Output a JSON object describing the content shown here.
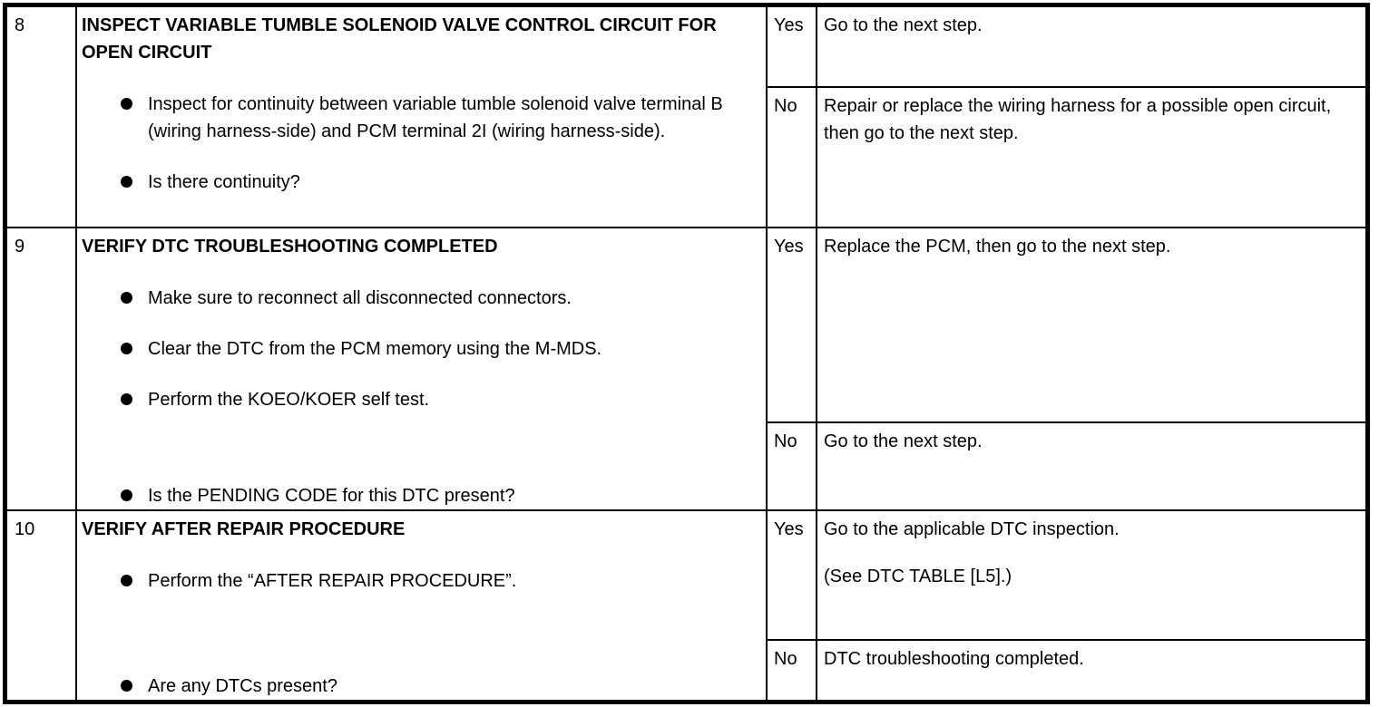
{
  "table": {
    "rows": [
      {
        "step": "8",
        "title": "INSPECT VARIABLE TUMBLE SOLENOID VALVE CONTROL CIRCUIT FOR OPEN CIRCUIT",
        "bullets": [
          "Inspect for continuity between variable tumble solenoid valve terminal B (wiring harness-side) and PCM terminal 2I (wiring harness-side)."
        ],
        "question": "Is there continuity?",
        "yes_label": "Yes",
        "yes_result": "Go to the next step.",
        "no_label": "No",
        "no_result": "Repair or replace the wiring harness for a possible open circuit, then go to the next step."
      },
      {
        "step": "9",
        "title": "VERIFY DTC TROUBLESHOOTING COMPLETED",
        "bullets": [
          "Make sure to reconnect all disconnected connectors.",
          "Clear the DTC from the PCM memory using the M-MDS.",
          "Perform the KOEO/KOER self test."
        ],
        "question": "Is the PENDING CODE for this DTC present?",
        "yes_label": "Yes",
        "yes_result": "Replace the PCM, then go to the next step.",
        "no_label": "No",
        "no_result": "Go to the next step."
      },
      {
        "step": "10",
        "title": "VERIFY AFTER REPAIR PROCEDURE",
        "bullets": [
          "Perform the “AFTER REPAIR PROCEDURE”."
        ],
        "question": "Are any DTCs present?",
        "yes_label": "Yes",
        "yes_result": "Go to the applicable DTC inspection.",
        "yes_result_note": "(See DTC TABLE [L5].)",
        "no_label": "No",
        "no_result": "DTC troubleshooting completed."
      }
    ]
  }
}
